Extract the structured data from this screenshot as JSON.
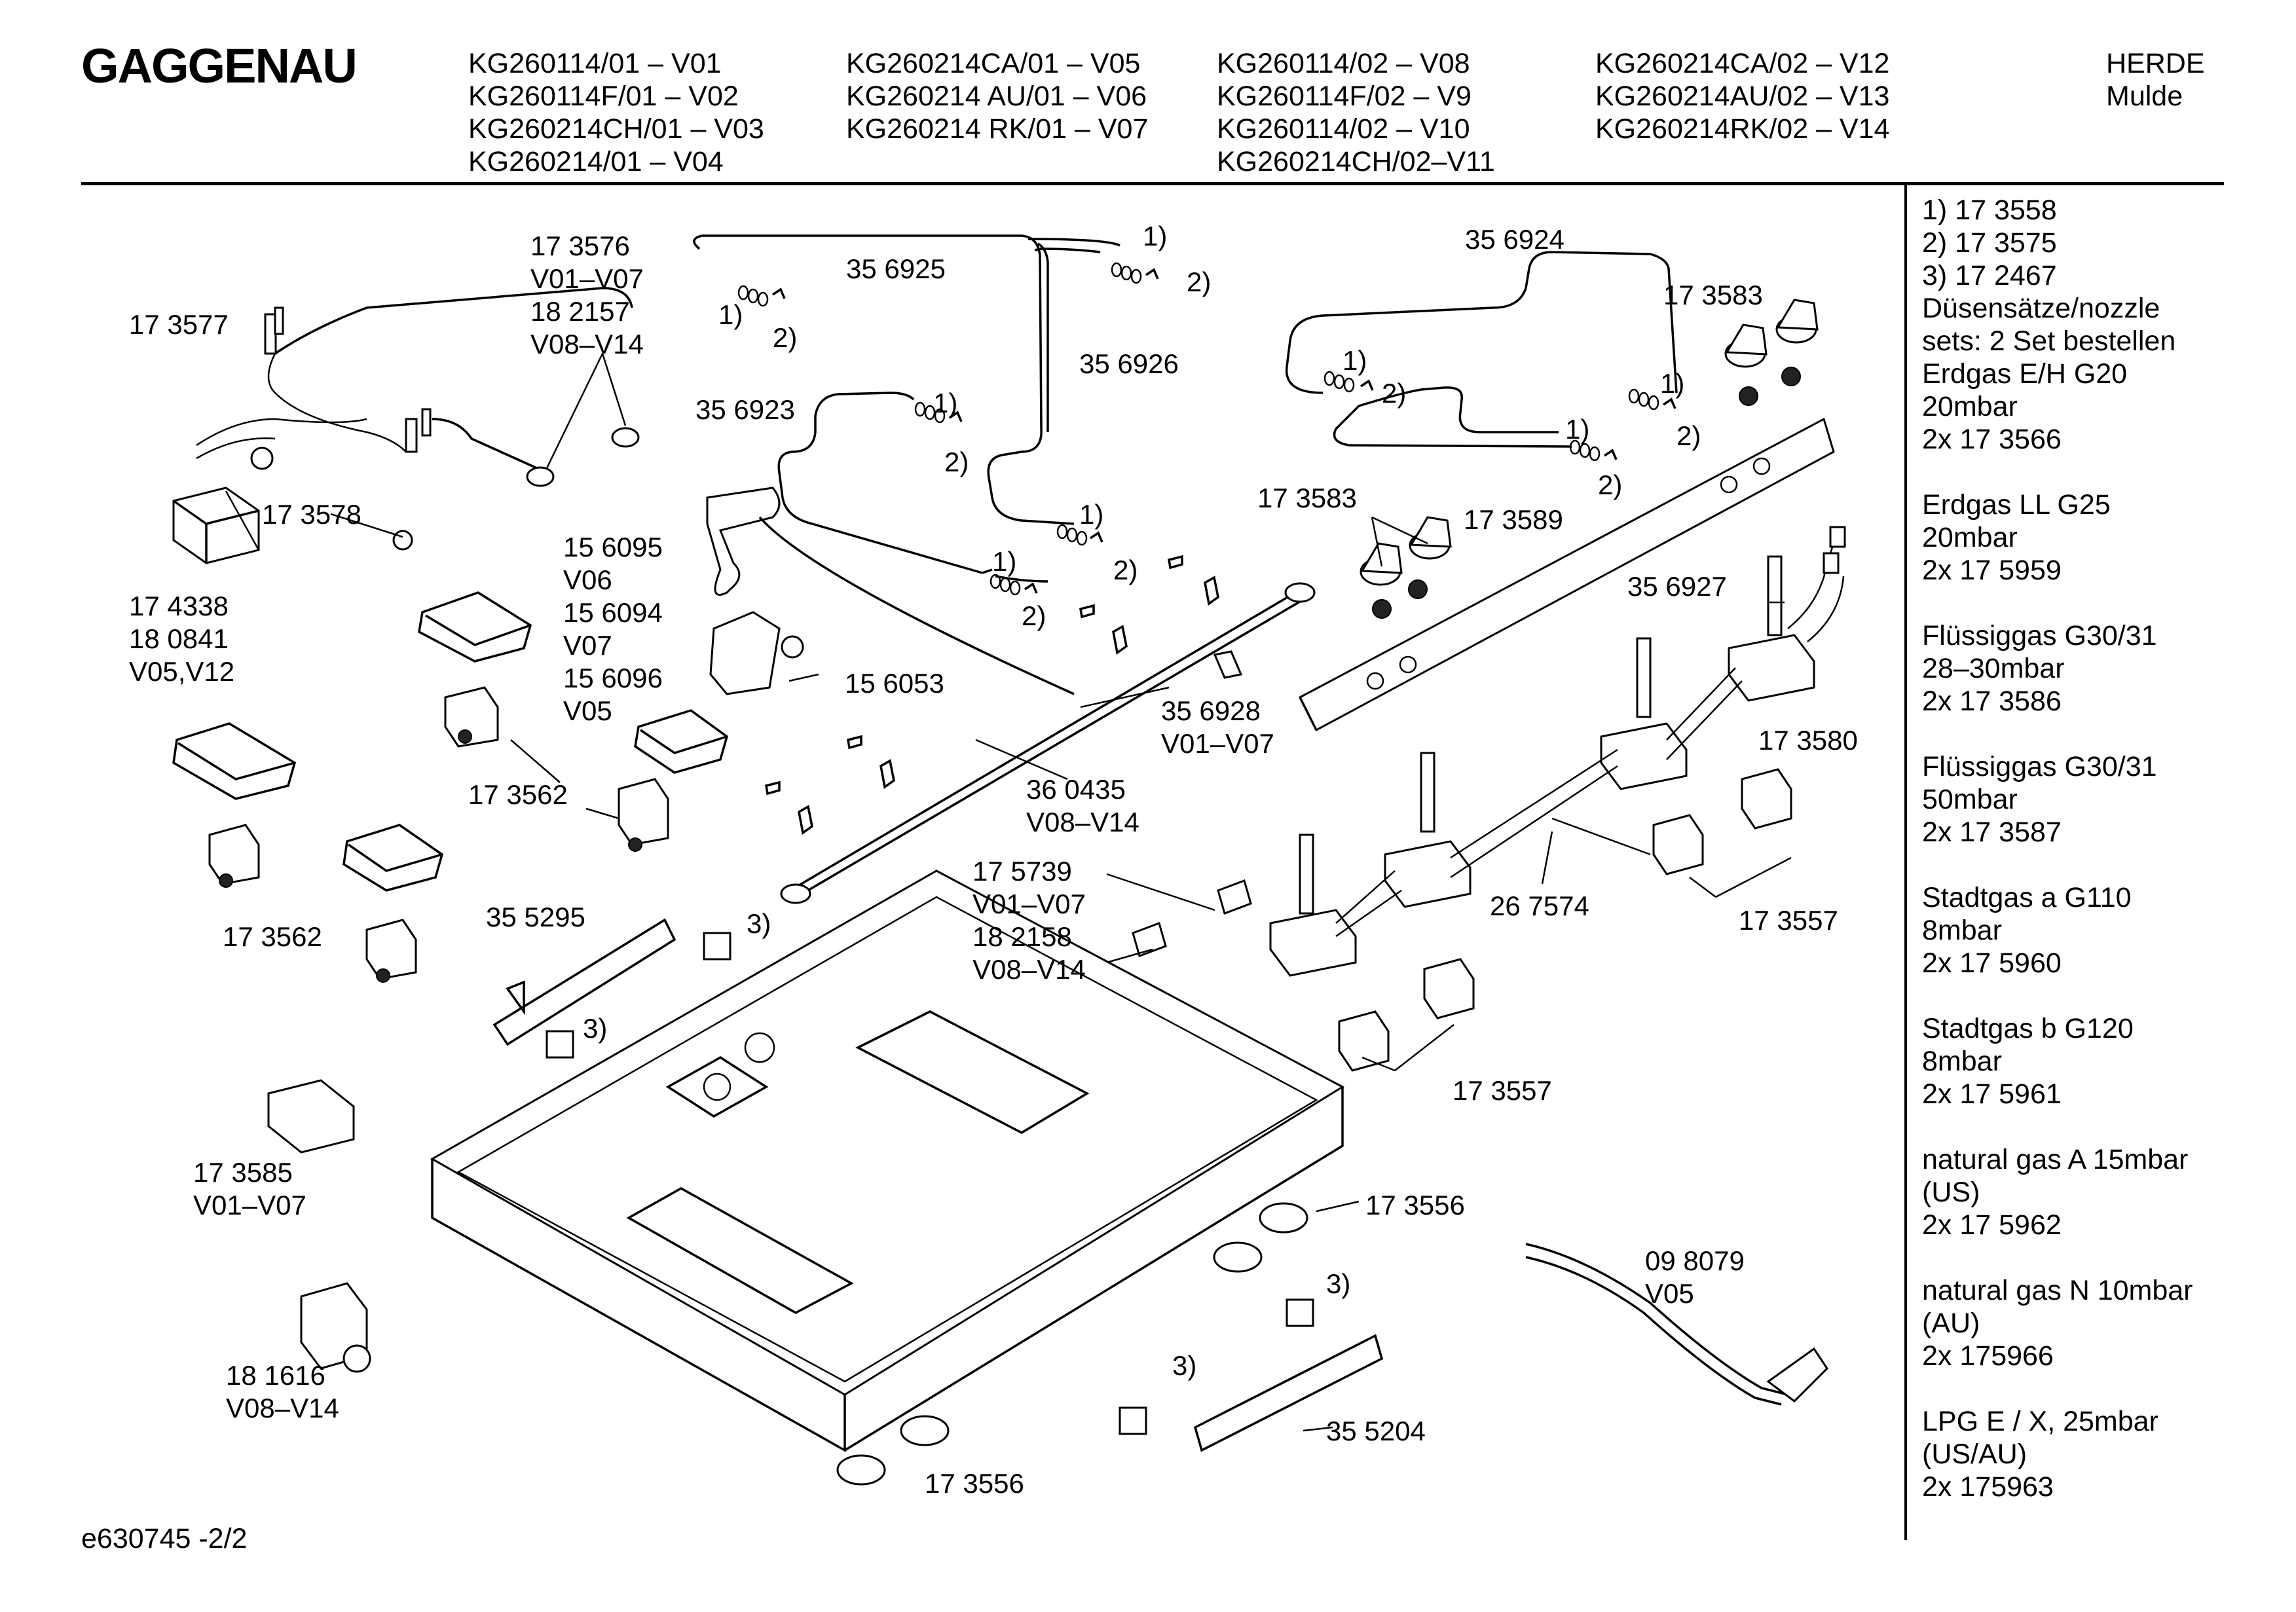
{
  "brand": "GAGGENAU",
  "header": {
    "col1": [
      "KG260114/01 – V01",
      "KG260114F/01 – V02",
      "KG260214CH/01 – V03",
      "KG260214/01 – V04"
    ],
    "col2": [
      "KG260214CA/01 – V05",
      "KG260214 AU/01 – V06",
      "KG260214 RK/01 – V07"
    ],
    "col3": [
      "KG260114/02 – V08",
      "KG260114F/02 – V9",
      "KG260114/02 – V10",
      "KG260214CH/02–V11"
    ],
    "col4": [
      "KG260214CA/02 – V12",
      "KG260214AU/02 – V13",
      "KG260214RK/02 – V14"
    ],
    "col5": [
      "HERDE",
      "Mulde"
    ]
  },
  "sidebar": {
    "footnotes": [
      "1) 17 3558",
      "2) 17 3575",
      "3) 17 2467"
    ],
    "nozzle_title": [
      "Düsensätze/nozzle",
      "sets: 2 Set bestellen"
    ],
    "gas_sets": [
      {
        "line1": "Erdgas E/H G20",
        "line2": "20mbar",
        "line3": "2x 17 3566"
      },
      {
        "line1": "Erdgas LL G25",
        "line2": "20mbar",
        "line3": "2x 17 5959"
      },
      {
        "line1": "Flüssiggas G30/31",
        "line2": "28–30mbar",
        "line3": "2x 17 3586"
      },
      {
        "line1": "Flüssiggas G30/31",
        "line2": "50mbar",
        "line3": "2x 17 3587"
      },
      {
        "line1": "Stadtgas a G110",
        "line2": "8mbar",
        "line3": "2x 17 5960"
      },
      {
        "line1": "Stadtgas b G120",
        "line2": "8mbar",
        "line3": "2x 17 5961"
      },
      {
        "line1": "natural gas A 15mbar",
        "line2": "(US)",
        "line3": "2x 17 5962"
      },
      {
        "line1": "natural gas N 10mbar",
        "line2": "(AU)",
        "line3": "2x 175966"
      },
      {
        "line1": "LPG E / X, 25mbar",
        "line2": "(US/AU)",
        "line3": "2x 175963"
      }
    ]
  },
  "footer": "e630745 -2/2",
  "callouts": {
    "c173577": "17 3577",
    "c173576": "17 3576",
    "v0107a": "V01–V07",
    "c182157": "18 2157",
    "v0814a": "V08–V14",
    "c173578": "17 3578",
    "c174338": "17 4338",
    "c180841": "18 0841",
    "v0512": "V05,V12",
    "c356925": "35 6925",
    "c356926": "35 6926",
    "c356924": "35 6924",
    "c356923": "35 6923",
    "c173583a": "17 3583",
    "c173583b": "17 3583",
    "c173589": "17 3589",
    "c356927": "35 6927",
    "c156095": "15 6095",
    "v06": "V06",
    "c156094": "15 6094",
    "v07": "V07",
    "c156096": "15 6096",
    "v05a": "V05",
    "c156053": "15 6053",
    "c356928": "35 6928",
    "v0107b": "V01–V07",
    "c360435": "36 0435",
    "v0814b": "V08–V14",
    "c173580": "17 3580",
    "c173562a": "17 3562",
    "c173562b": "17 3562",
    "c355295": "35 5295",
    "c175739": "17 5739",
    "v0107c": "V01–V07",
    "c182158": "18 2158",
    "v0814c": "V08–V14",
    "c267574": "26 7574",
    "c173557a": "17 3557",
    "c173557b": "17 3557",
    "c173585": "17 3585",
    "v0107d": "V01–V07",
    "c173556a": "17 3556",
    "c098079": "09 8079",
    "v05b": "V05",
    "c181616": "18 1616",
    "v0814d": "V08–V14",
    "c355204": "35 5204",
    "c173556b": "17 3556",
    "m1a": "1)",
    "m2a": "2)",
    "m1b": "1)",
    "m2b": "2)",
    "m1c": "1)",
    "m2c": "2)",
    "m1d": "1)",
    "m2d": "2)",
    "m1e": "1)",
    "m2e": "2)",
    "m1f": "1)",
    "m2f": "2)",
    "m1g": "1)",
    "m2g": "2)",
    "m1h": "1)",
    "m2h": "2)",
    "m3a": "3)",
    "m3b": "3)",
    "m3c": "3)",
    "m3d": "3)"
  }
}
